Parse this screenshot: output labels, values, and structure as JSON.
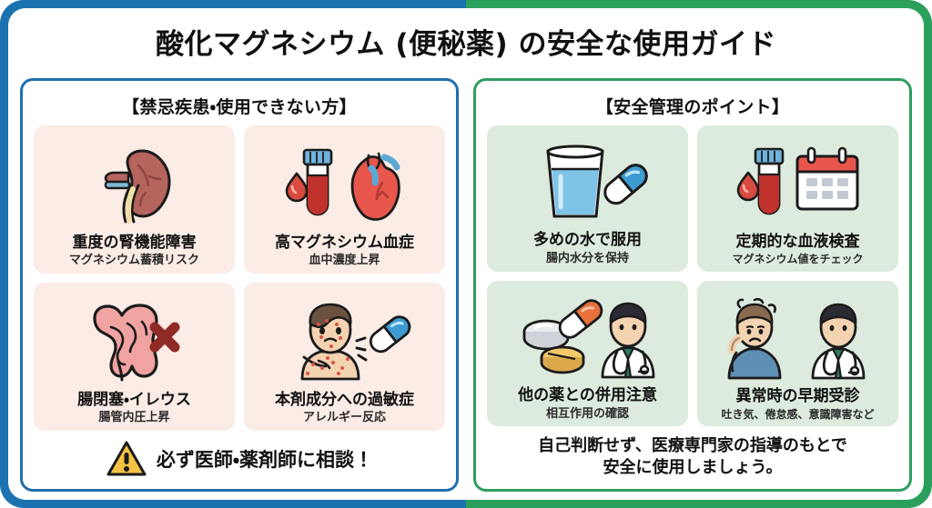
{
  "theme": {
    "frame_left_color": "#1b72b0",
    "frame_right_color": "#2ba05c",
    "danger_panel_border": "#1f6fae",
    "safe_panel_border": "#2f9d61",
    "danger_card_bg": "#fbece6",
    "safe_card_bg": "#dcebdd",
    "text_color": "#111111",
    "warning_icon_color": "#f6c344"
  },
  "header": {
    "title": "酸化マグネシウム (便秘薬) の安全な使用ガイド"
  },
  "danger_panel": {
    "heading": "【禁忌疾患・使用できない方】",
    "cards": [
      {
        "icon": "kidney-icon",
        "title": "重度の腎機能障害",
        "subtitle": "マグネシウム蓄積リスク"
      },
      {
        "icon": "blood-tube-heart-icon",
        "title": "高マグネシウム血症",
        "subtitle": "血中濃度上昇"
      },
      {
        "icon": "intestine-blocked-icon",
        "title": "腸閉塞・イレウス",
        "subtitle": "腸管内圧上昇"
      },
      {
        "icon": "allergy-rash-capsule-icon",
        "title": "本剤成分への過敏症",
        "subtitle": "アレルギー反応"
      }
    ],
    "footer": {
      "icon": "warning-triangle-icon",
      "text": "必ず医師・薬剤師に相談！"
    }
  },
  "safe_panel": {
    "heading": "【安全管理のポイント】",
    "cards": [
      {
        "icon": "water-glass-capsule-icon",
        "title": "多めの水で服用",
        "subtitle": "腸内水分を保持"
      },
      {
        "icon": "blood-tube-calendar-icon",
        "title": "定期的な血液検査",
        "subtitle": "マグネシウム値をチェック"
      },
      {
        "icon": "pills-doctor-icon",
        "title": "他の薬との併用注意",
        "subtitle": "相互作用の確認"
      },
      {
        "icon": "dizzy-patient-doctor-icon",
        "title": "異常時の早期受診",
        "subtitle": "吐き気、倦怠感、意識障害など"
      }
    ],
    "footer": {
      "line1": "自己判断せず、医療専門家の指導のもとで",
      "line2": "安全に使用しましょう。"
    }
  }
}
